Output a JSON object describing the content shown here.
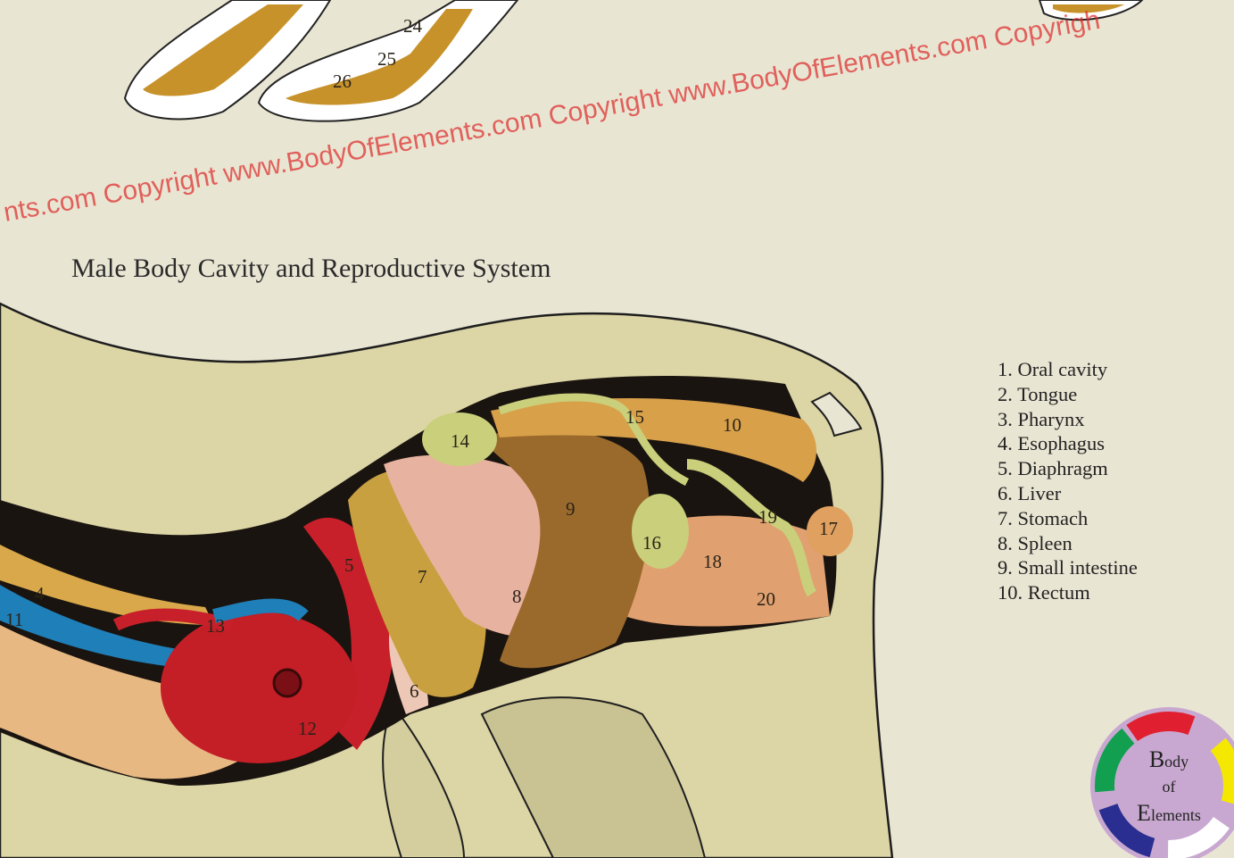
{
  "title": "Male Body Cavity and Reproductive System",
  "legend": [
    "1. Oral cavity",
    "2. Tongue",
    "3. Pharynx",
    "4. Esophagus",
    "5. Diaphragm",
    "6. Liver",
    "7. Stomach",
    "8. Spleen",
    "9. Small intestine",
    "10. Rectum"
  ],
  "labels": {
    "l24": "24",
    "l25": "25",
    "l26": "26",
    "l14": "14",
    "l15": "15",
    "l10": "10",
    "l9": "9",
    "l19": "19",
    "l17": "17",
    "l16": "16",
    "l18": "18",
    "l20": "20",
    "l8": "8",
    "l7": "7",
    "l5": "5",
    "l4": "4",
    "l11": "11",
    "l13": "13",
    "l6": "6",
    "l12": "12"
  },
  "watermark": "nts.com Copyright www.BodyOfElements.com Copyright www.BodyOfElements.com Copyrigh",
  "logo": {
    "b": "B",
    "ody": "ody",
    "of": "of",
    "e": "E",
    "lements": "lements"
  },
  "colors": {
    "paper": "#e9e5d3",
    "body": "#dcd5a6",
    "heart": "#c8202a",
    "vessel": "#1f7fb8",
    "watermark": "#dc2828"
  }
}
